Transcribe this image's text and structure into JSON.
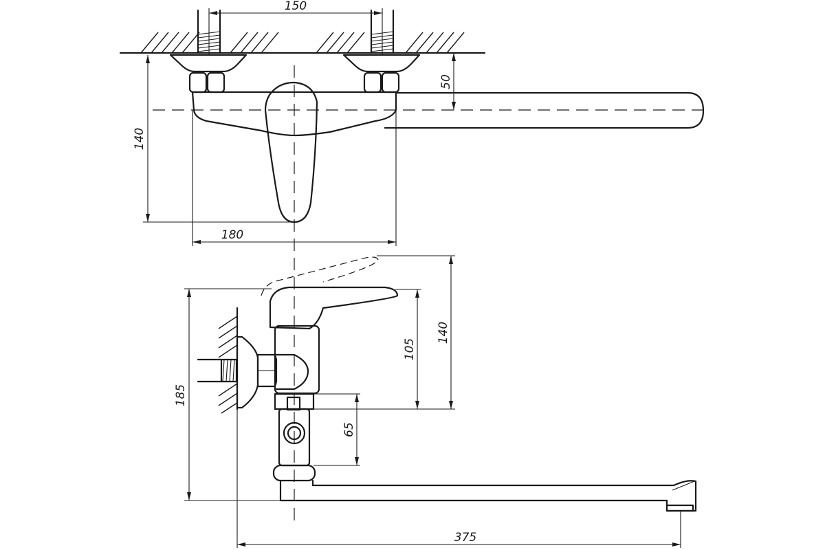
{
  "dimensions": {
    "inlet_spacing": "150",
    "outlet_center_offset": "50",
    "front_height": "140",
    "body_width": "180",
    "side_height_total": "185",
    "side_height_body": "105",
    "side_height_lever": "140",
    "outlet_drop": "65",
    "spout_reach": "375"
  }
}
